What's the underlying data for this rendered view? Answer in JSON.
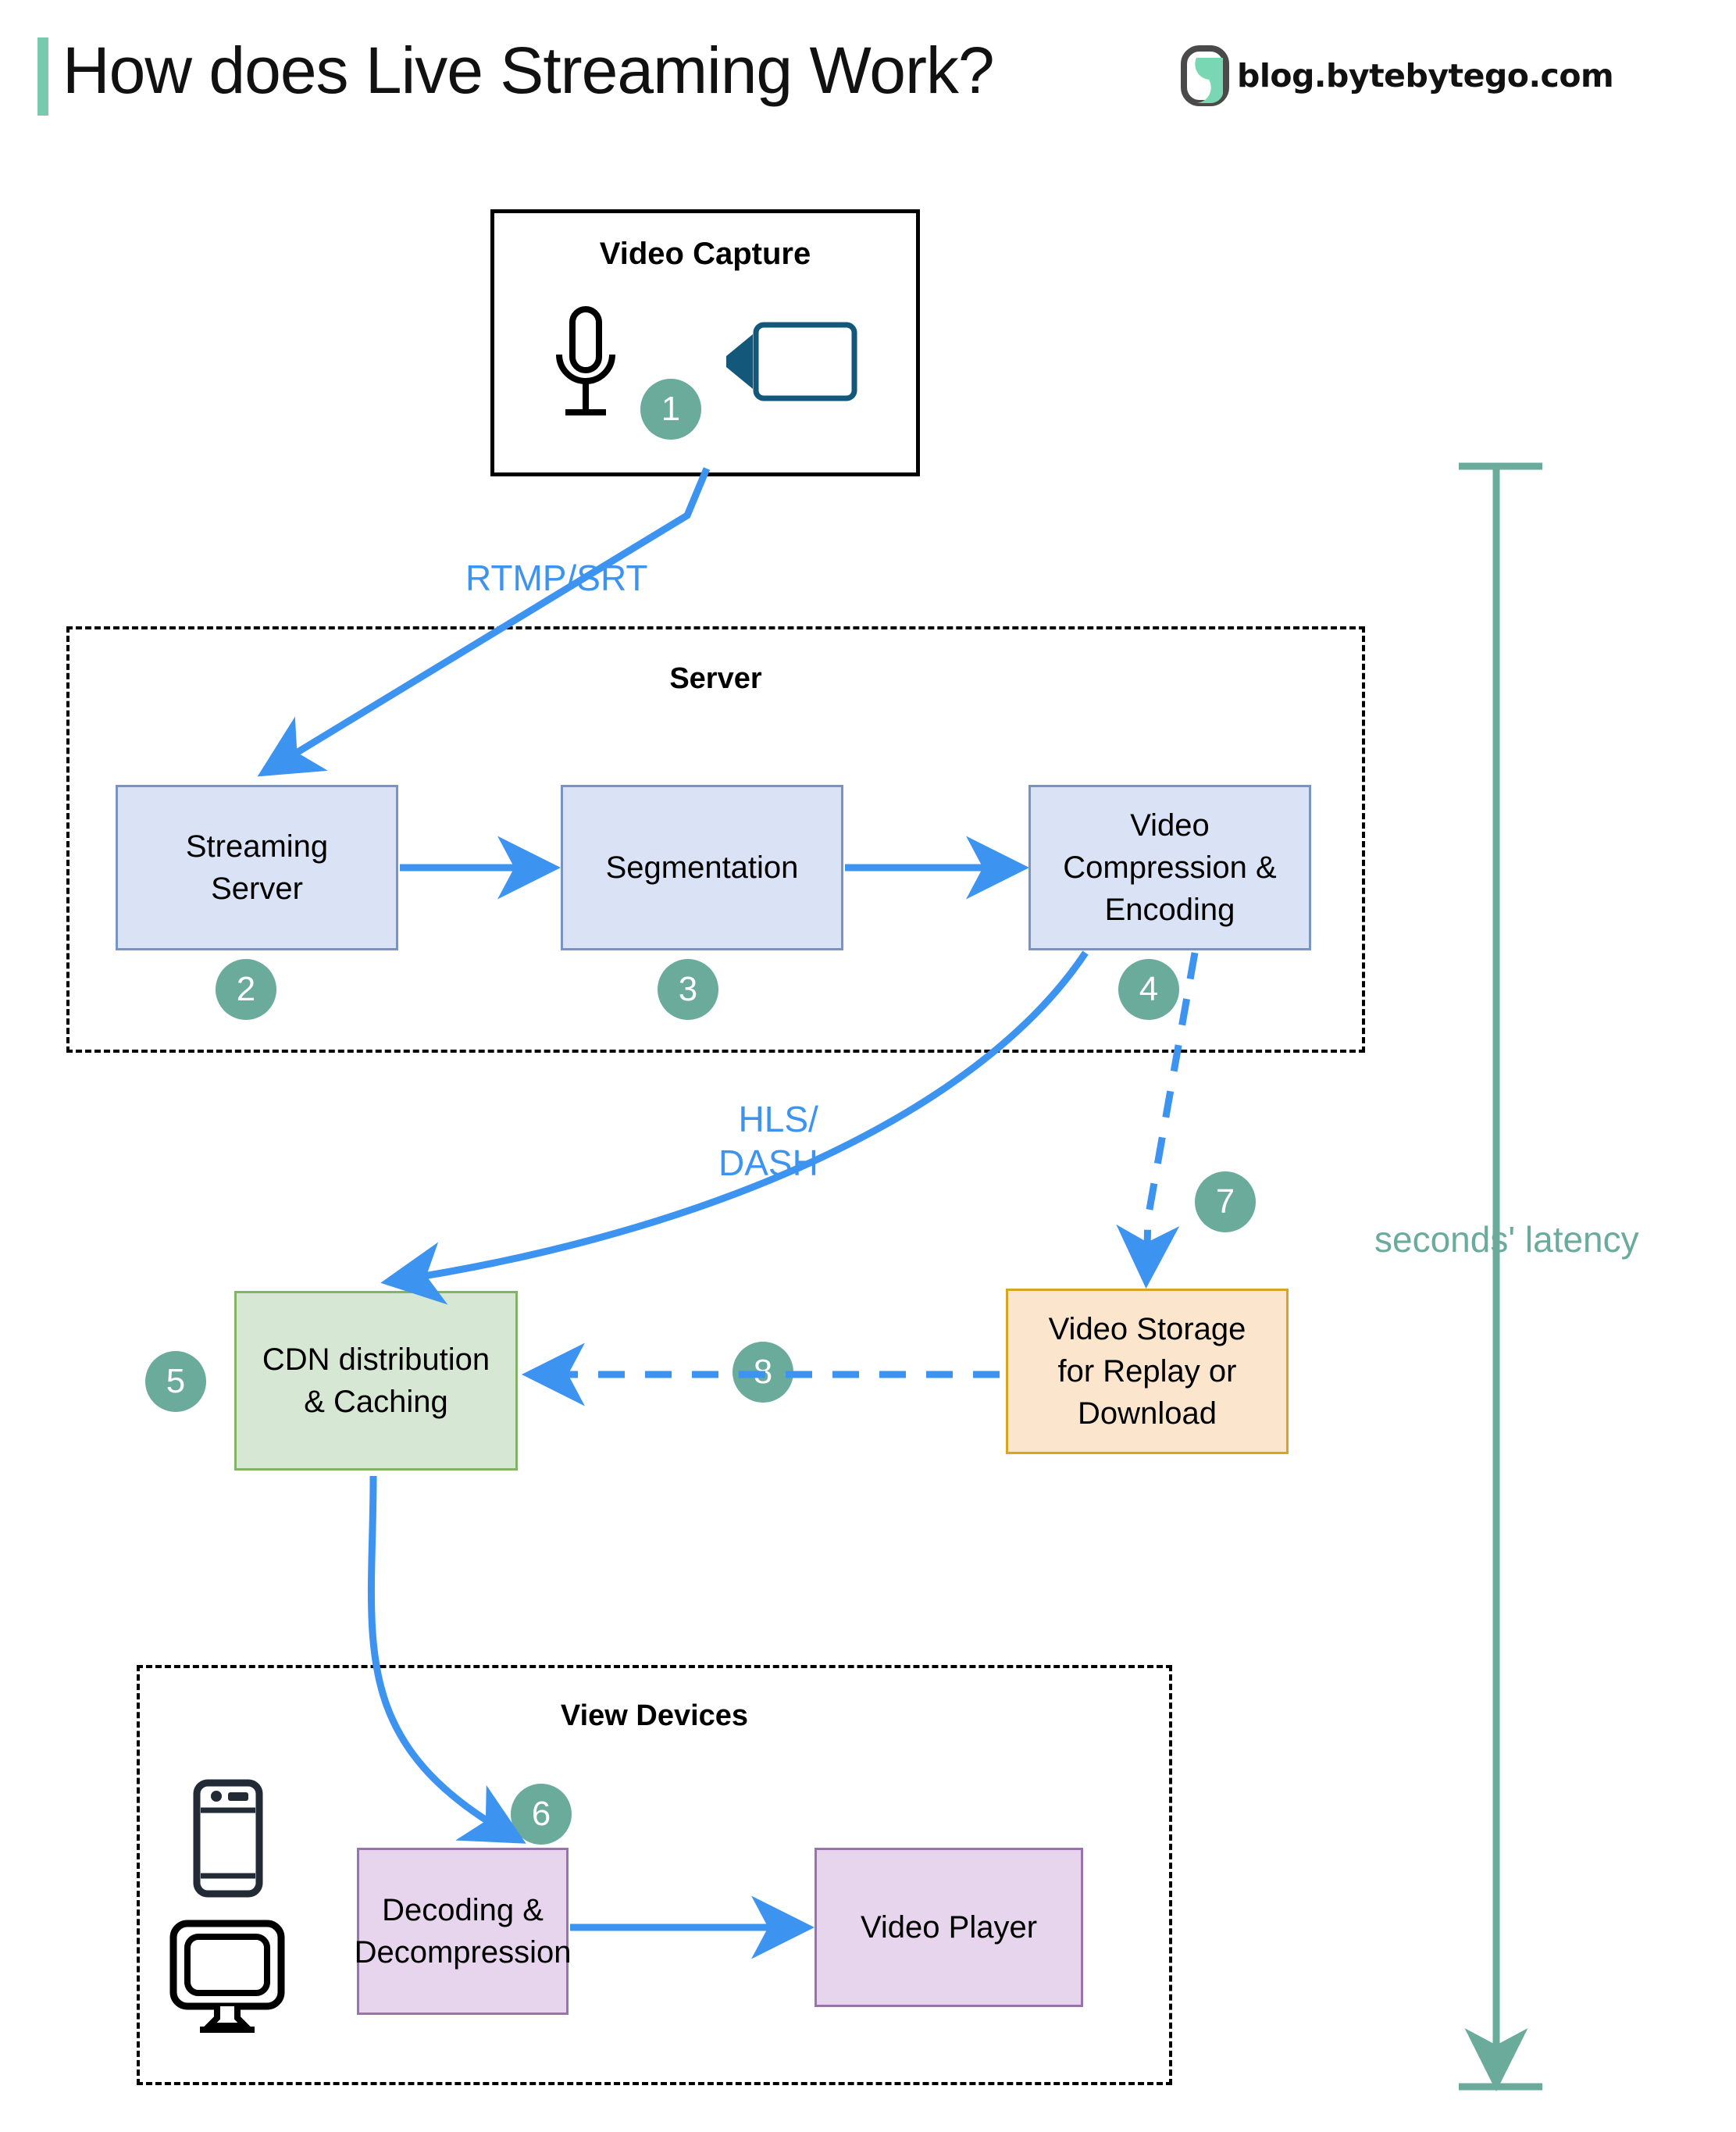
{
  "header": {
    "title": "How does Live Streaming Work?",
    "brand_text": "blog.bytebytego.com",
    "accent_color": "#79c9ae"
  },
  "colors": {
    "step_badge": "#6aab9c",
    "arrow_blue": "#3d94f0",
    "node_blue_fill": "#dae3f5",
    "node_blue_stroke": "#7a94c0",
    "node_green_fill": "#d6e8d4",
    "node_green_stroke": "#82b366",
    "node_orange_fill": "#fce5cd",
    "node_orange_stroke": "#d6a521",
    "node_purple_fill": "#e6d5ec",
    "node_purple_stroke": "#9a73ad",
    "latency_teal": "#6aab9c"
  },
  "groups": {
    "capture": {
      "title": "Video Capture"
    },
    "server": {
      "title": "Server"
    },
    "view_devices": {
      "title": "View Devices"
    }
  },
  "nodes": {
    "streaming_server": "Streaming\nServer",
    "segmentation": "Segmentation",
    "video_compression": "Video\nCompression &\nEncoding",
    "cdn": "CDN distribution\n& Caching",
    "video_storage": "Video Storage\nfor Replay or\nDownload",
    "decoding": "Decoding &\nDecompression",
    "video_player": "Video Player"
  },
  "steps": {
    "s1": "1",
    "s2": "2",
    "s3": "3",
    "s4": "4",
    "s5": "5",
    "s6": "6",
    "s7": "7",
    "s8": "8"
  },
  "edge_labels": {
    "rtmp_srt": "RTMP/SRT",
    "hls_dash": "HLS/\nDASH"
  },
  "annotations": {
    "latency": "seconds' latency"
  }
}
